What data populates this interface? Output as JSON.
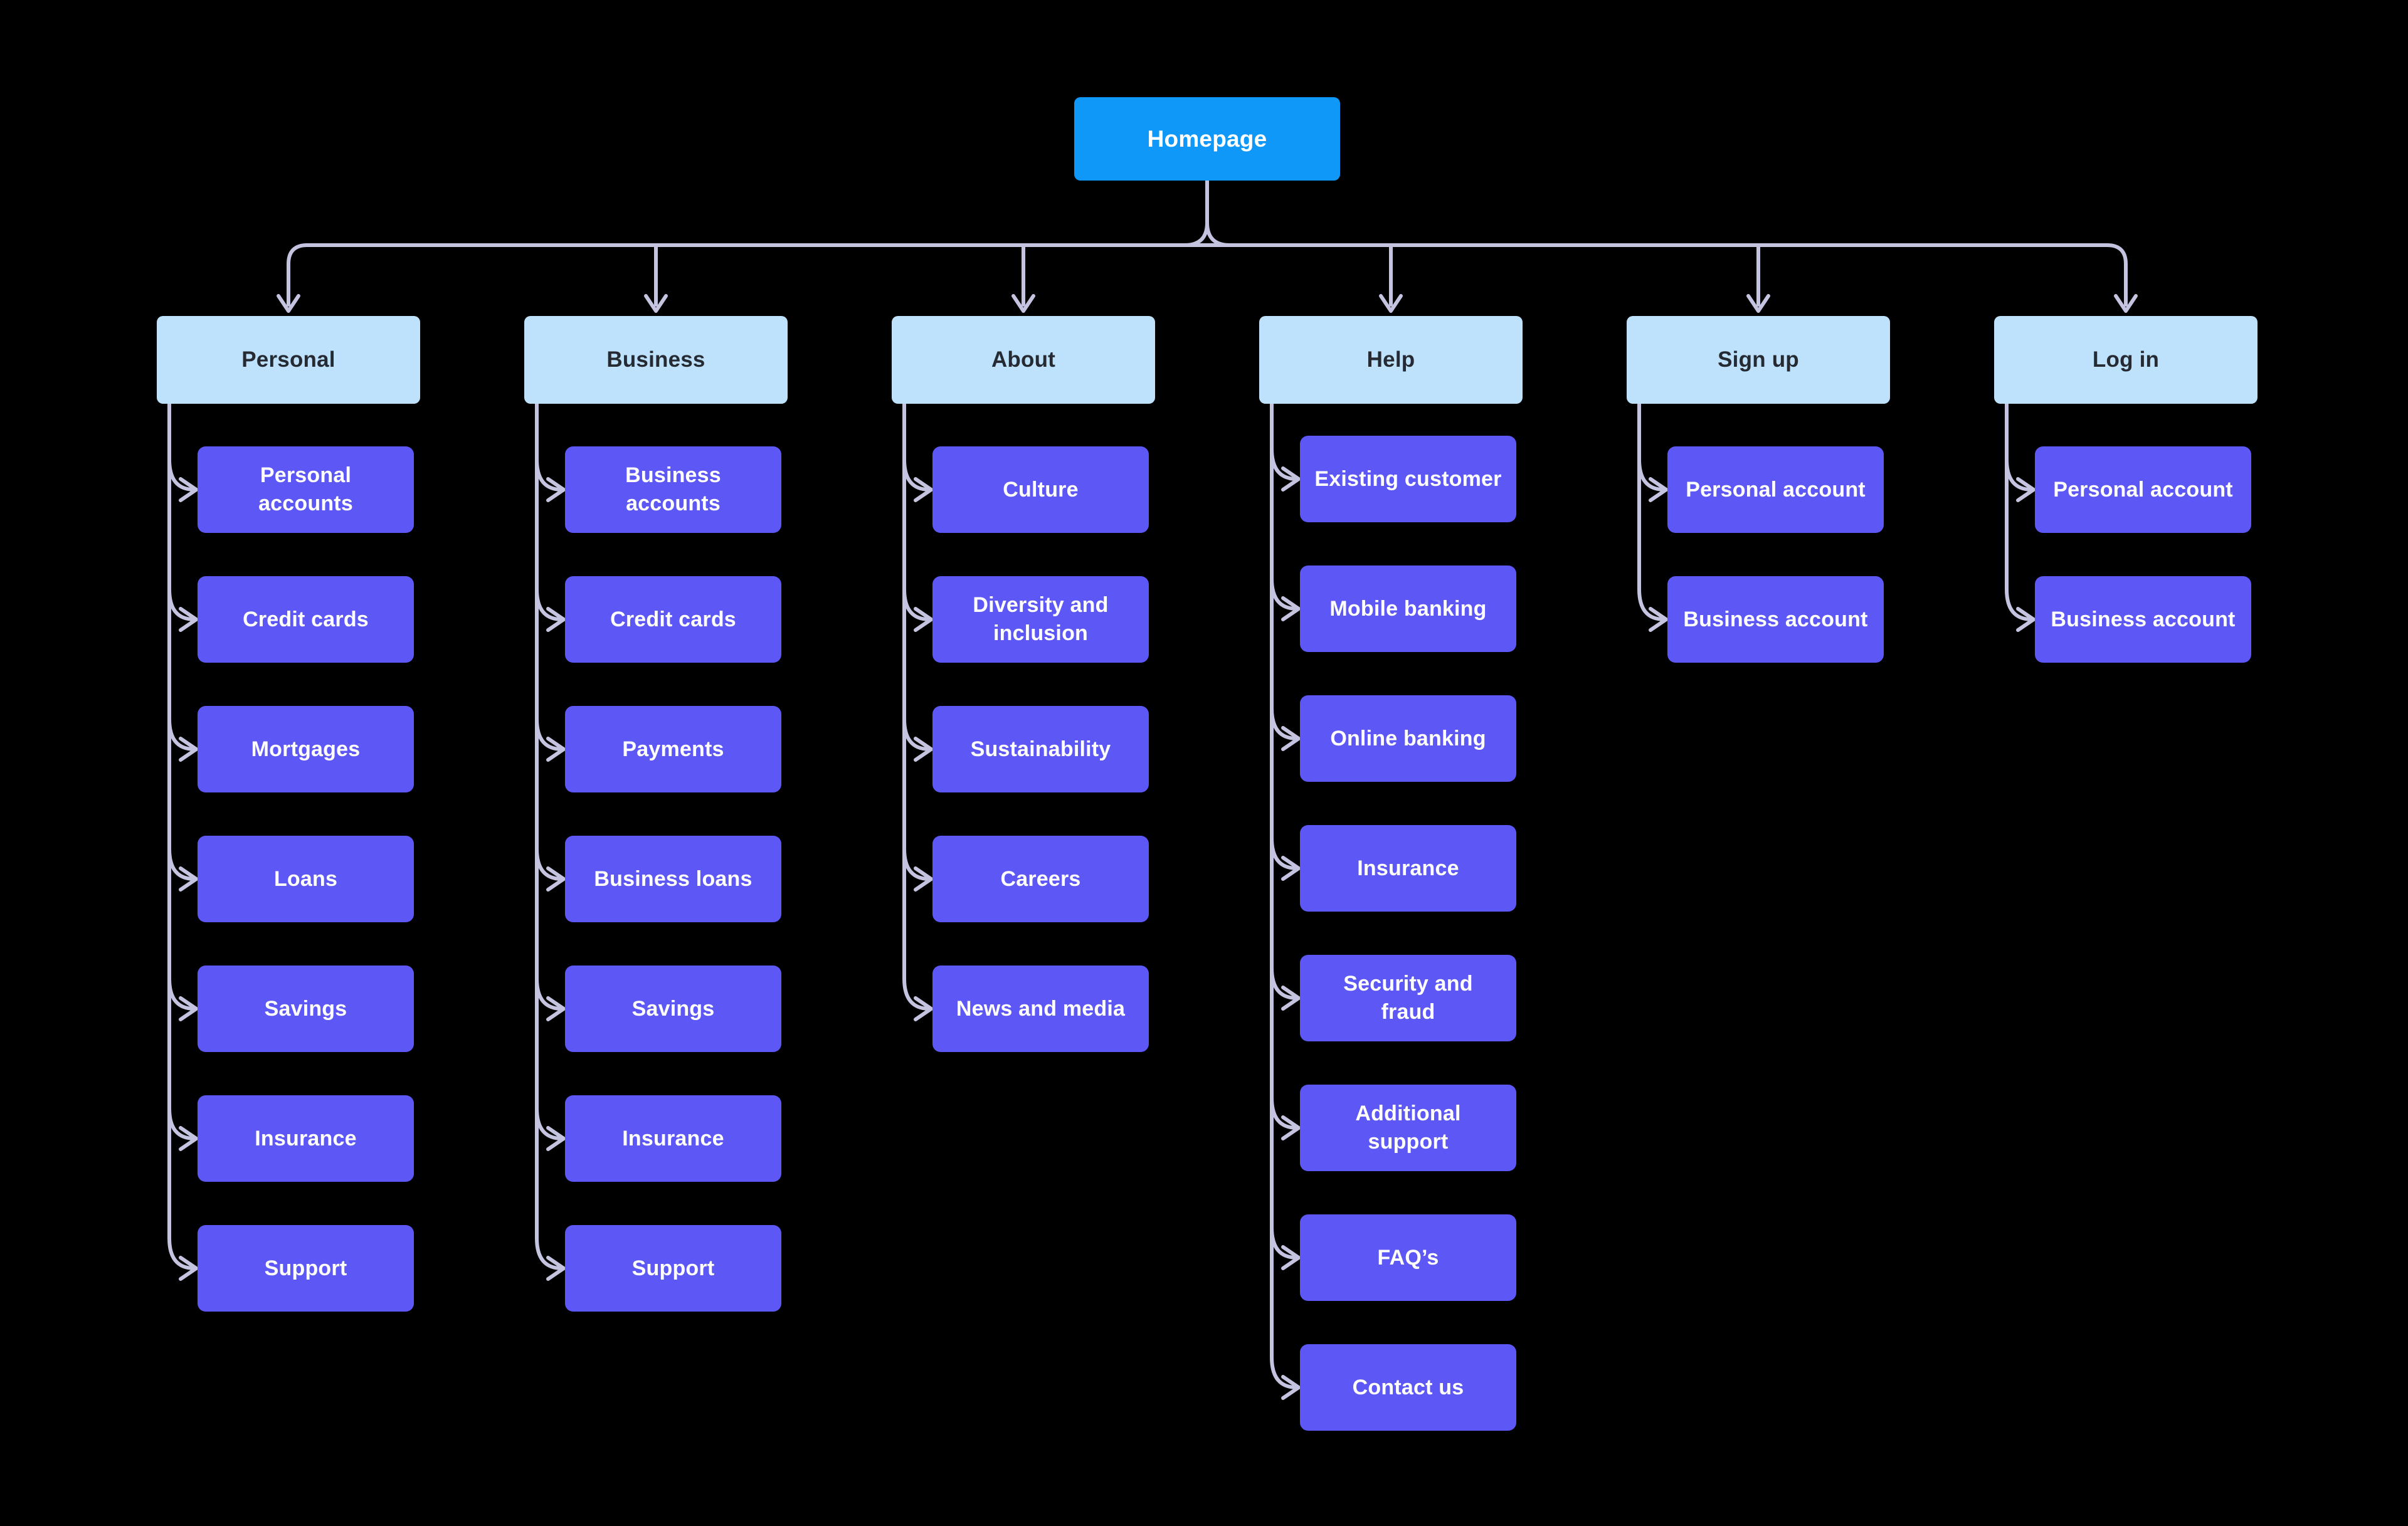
{
  "diagram": {
    "root_label": "Homepage",
    "columns": [
      {
        "label": "Personal",
        "children": [
          "Personal\naccounts",
          "Credit cards",
          "Mortgages",
          "Loans",
          "Savings",
          "Insurance",
          "Support"
        ]
      },
      {
        "label": "Business",
        "children": [
          "Business\naccounts",
          "Credit cards",
          "Payments",
          "Business loans",
          "Savings",
          "Insurance",
          "Support"
        ]
      },
      {
        "label": "About",
        "children": [
          "Culture",
          "Diversity and\ninclusion",
          "Sustainability",
          "Careers",
          "News and media"
        ]
      },
      {
        "label": "Help",
        "children": [
          "Existing customer",
          "Mobile banking",
          "Online banking",
          "Insurance",
          "Security and\nfraud",
          "Additional\nsupport",
          "FAQ’s",
          "Contact us"
        ]
      },
      {
        "label": "Sign up",
        "children": [
          "Personal account",
          "Business account"
        ]
      },
      {
        "label": "Log in",
        "children": [
          "Personal account",
          "Business account"
        ]
      }
    ],
    "colors": {
      "background": "#000000",
      "root_bg": "#0F98F8",
      "root_text": "#FFFFFF",
      "category_bg": "#BEE2FB",
      "category_text": "#262B33",
      "child_bg": "#5D58F5",
      "child_text": "#FFFFFF",
      "connector": "#C4C3E0"
    }
  }
}
